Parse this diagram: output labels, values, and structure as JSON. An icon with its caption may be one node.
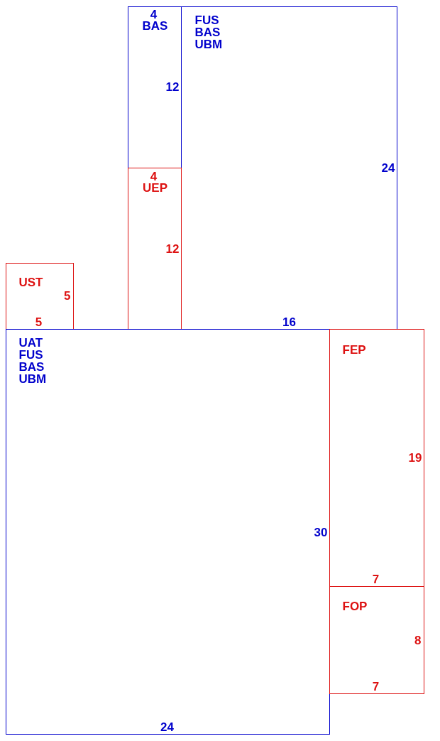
{
  "diagram": {
    "nodes": [
      {
        "text": [
          "4",
          "BAS",
          "12"
        ]
      },
      {
        "text": [
          "FUS BAS UBM",
          "24",
          "16"
        ]
      },
      {
        "text": [
          "4",
          "UEP",
          "12"
        ]
      },
      {
        "text": [
          "UST",
          "5",
          "5"
        ]
      },
      {
        "text": [
          "UAT FUS BAS UBM",
          "30",
          "24"
        ]
      },
      {
        "text": [
          "FEP",
          "19",
          "7"
        ]
      },
      {
        "text": [
          "FOP",
          "8",
          "7"
        ]
      }
    ]
  }
}
